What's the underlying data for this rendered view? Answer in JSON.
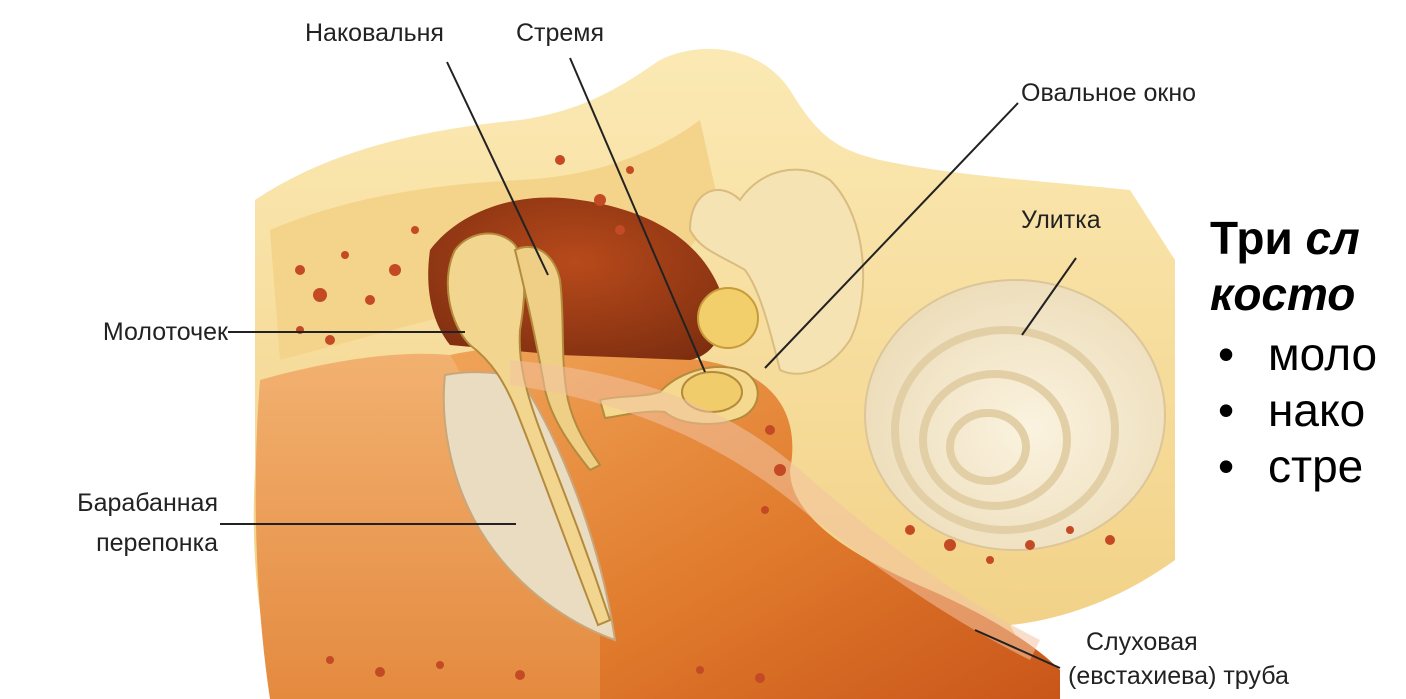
{
  "labels": {
    "incus": "Наковальня",
    "stapes": "Стремя",
    "oval_window": "Овальное окно",
    "cochlea": "Улитка",
    "malleus": "Молоточек",
    "eardrum_line1": "Барабанная",
    "eardrum_line2": "перепонка",
    "eustachian_line1": "Слуховая",
    "eustachian_line2": "(евстахиева) труба"
  },
  "slide": {
    "heading_bold": "Три ",
    "heading_italic_1": "сл",
    "heading_italic_2": "косто",
    "bullets": [
      "моло",
      "нако",
      "стре"
    ]
  },
  "colors": {
    "bone": "#f6dfa0",
    "bone_light": "#fbeec5",
    "tissue_orange": "#e8883a",
    "tissue_deep": "#c65a1c",
    "cavity_brown": "#8a3413",
    "cochlea_cream": "#f4ead2",
    "leader_line": "#222222"
  }
}
